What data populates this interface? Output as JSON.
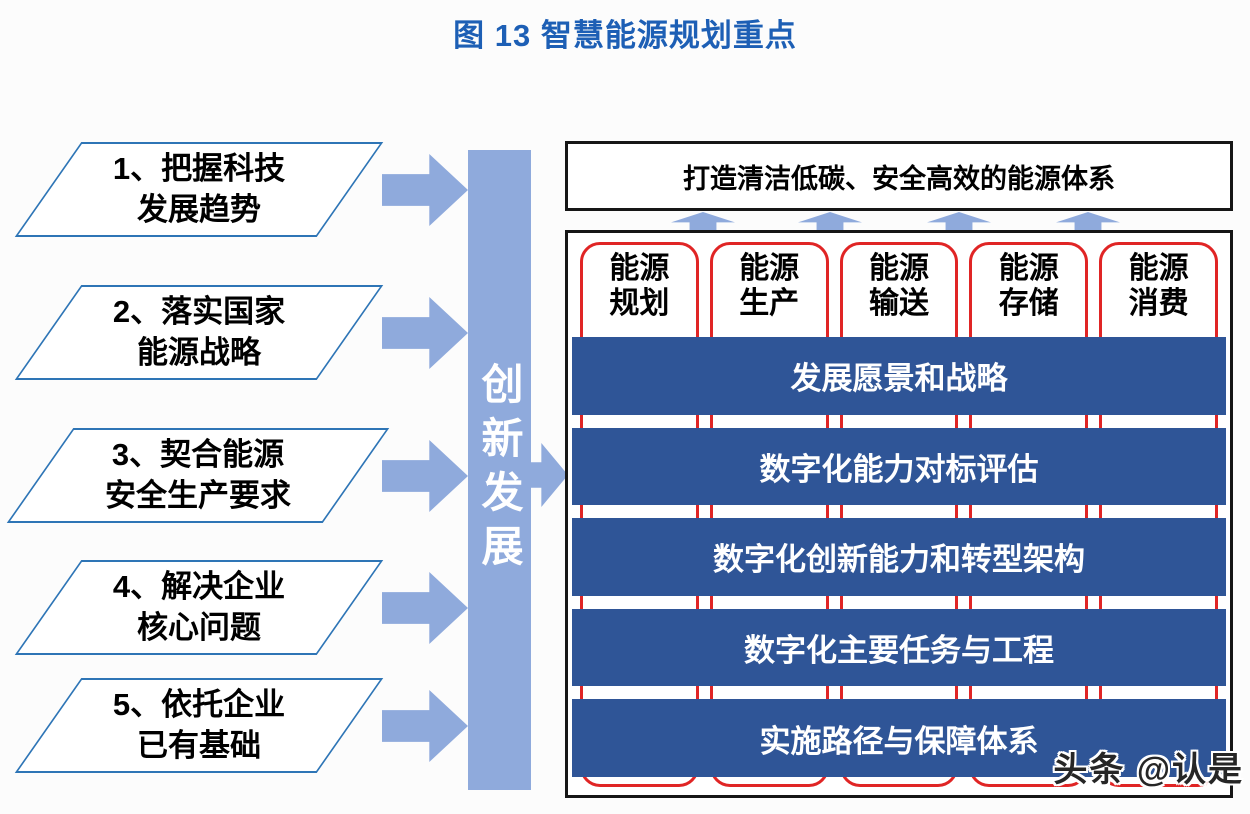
{
  "page": {
    "title": "图 13  智慧能源规划重点",
    "watermark": "头条 @认是"
  },
  "colors": {
    "title_blue": "#1d5fb5",
    "parallelogram_border_blue": "#2e75b6",
    "arrow_light_blue": "#8faadc",
    "bar_dark_blue": "#2f5597",
    "column_border_red": "#e02525",
    "box_border_black": "#161616"
  },
  "left_items": [
    {
      "line1": "1、把握科技",
      "line2": "发展趋势"
    },
    {
      "line1": "2、落实国家",
      "line2": "能源战略"
    },
    {
      "line1": "3、契合能源",
      "line2": "安全生产要求"
    },
    {
      "line1": "4、解决企业",
      "line2": "核心问题"
    },
    {
      "line1": "5、依托企业",
      "line2": "已有基础"
    }
  ],
  "center_channel": {
    "label": "创新发展"
  },
  "goal_banner": {
    "label": "打造清洁低碳、安全高效的能源体系"
  },
  "energy_columns": [
    {
      "line1": "能源",
      "line2": "规划"
    },
    {
      "line1": "能源",
      "line2": "生产"
    },
    {
      "line1": "能源",
      "line2": "输送"
    },
    {
      "line1": "能源",
      "line2": "存储"
    },
    {
      "line1": "能源",
      "line2": "消费"
    }
  ],
  "planning_rows": [
    {
      "label": "发展愿景和战略"
    },
    {
      "label": "数字化能力对标评估"
    },
    {
      "label": "数字化创新能力和转型架构"
    },
    {
      "label": "数字化主要任务与工程"
    },
    {
      "label": "实施路径与保障体系"
    }
  ]
}
